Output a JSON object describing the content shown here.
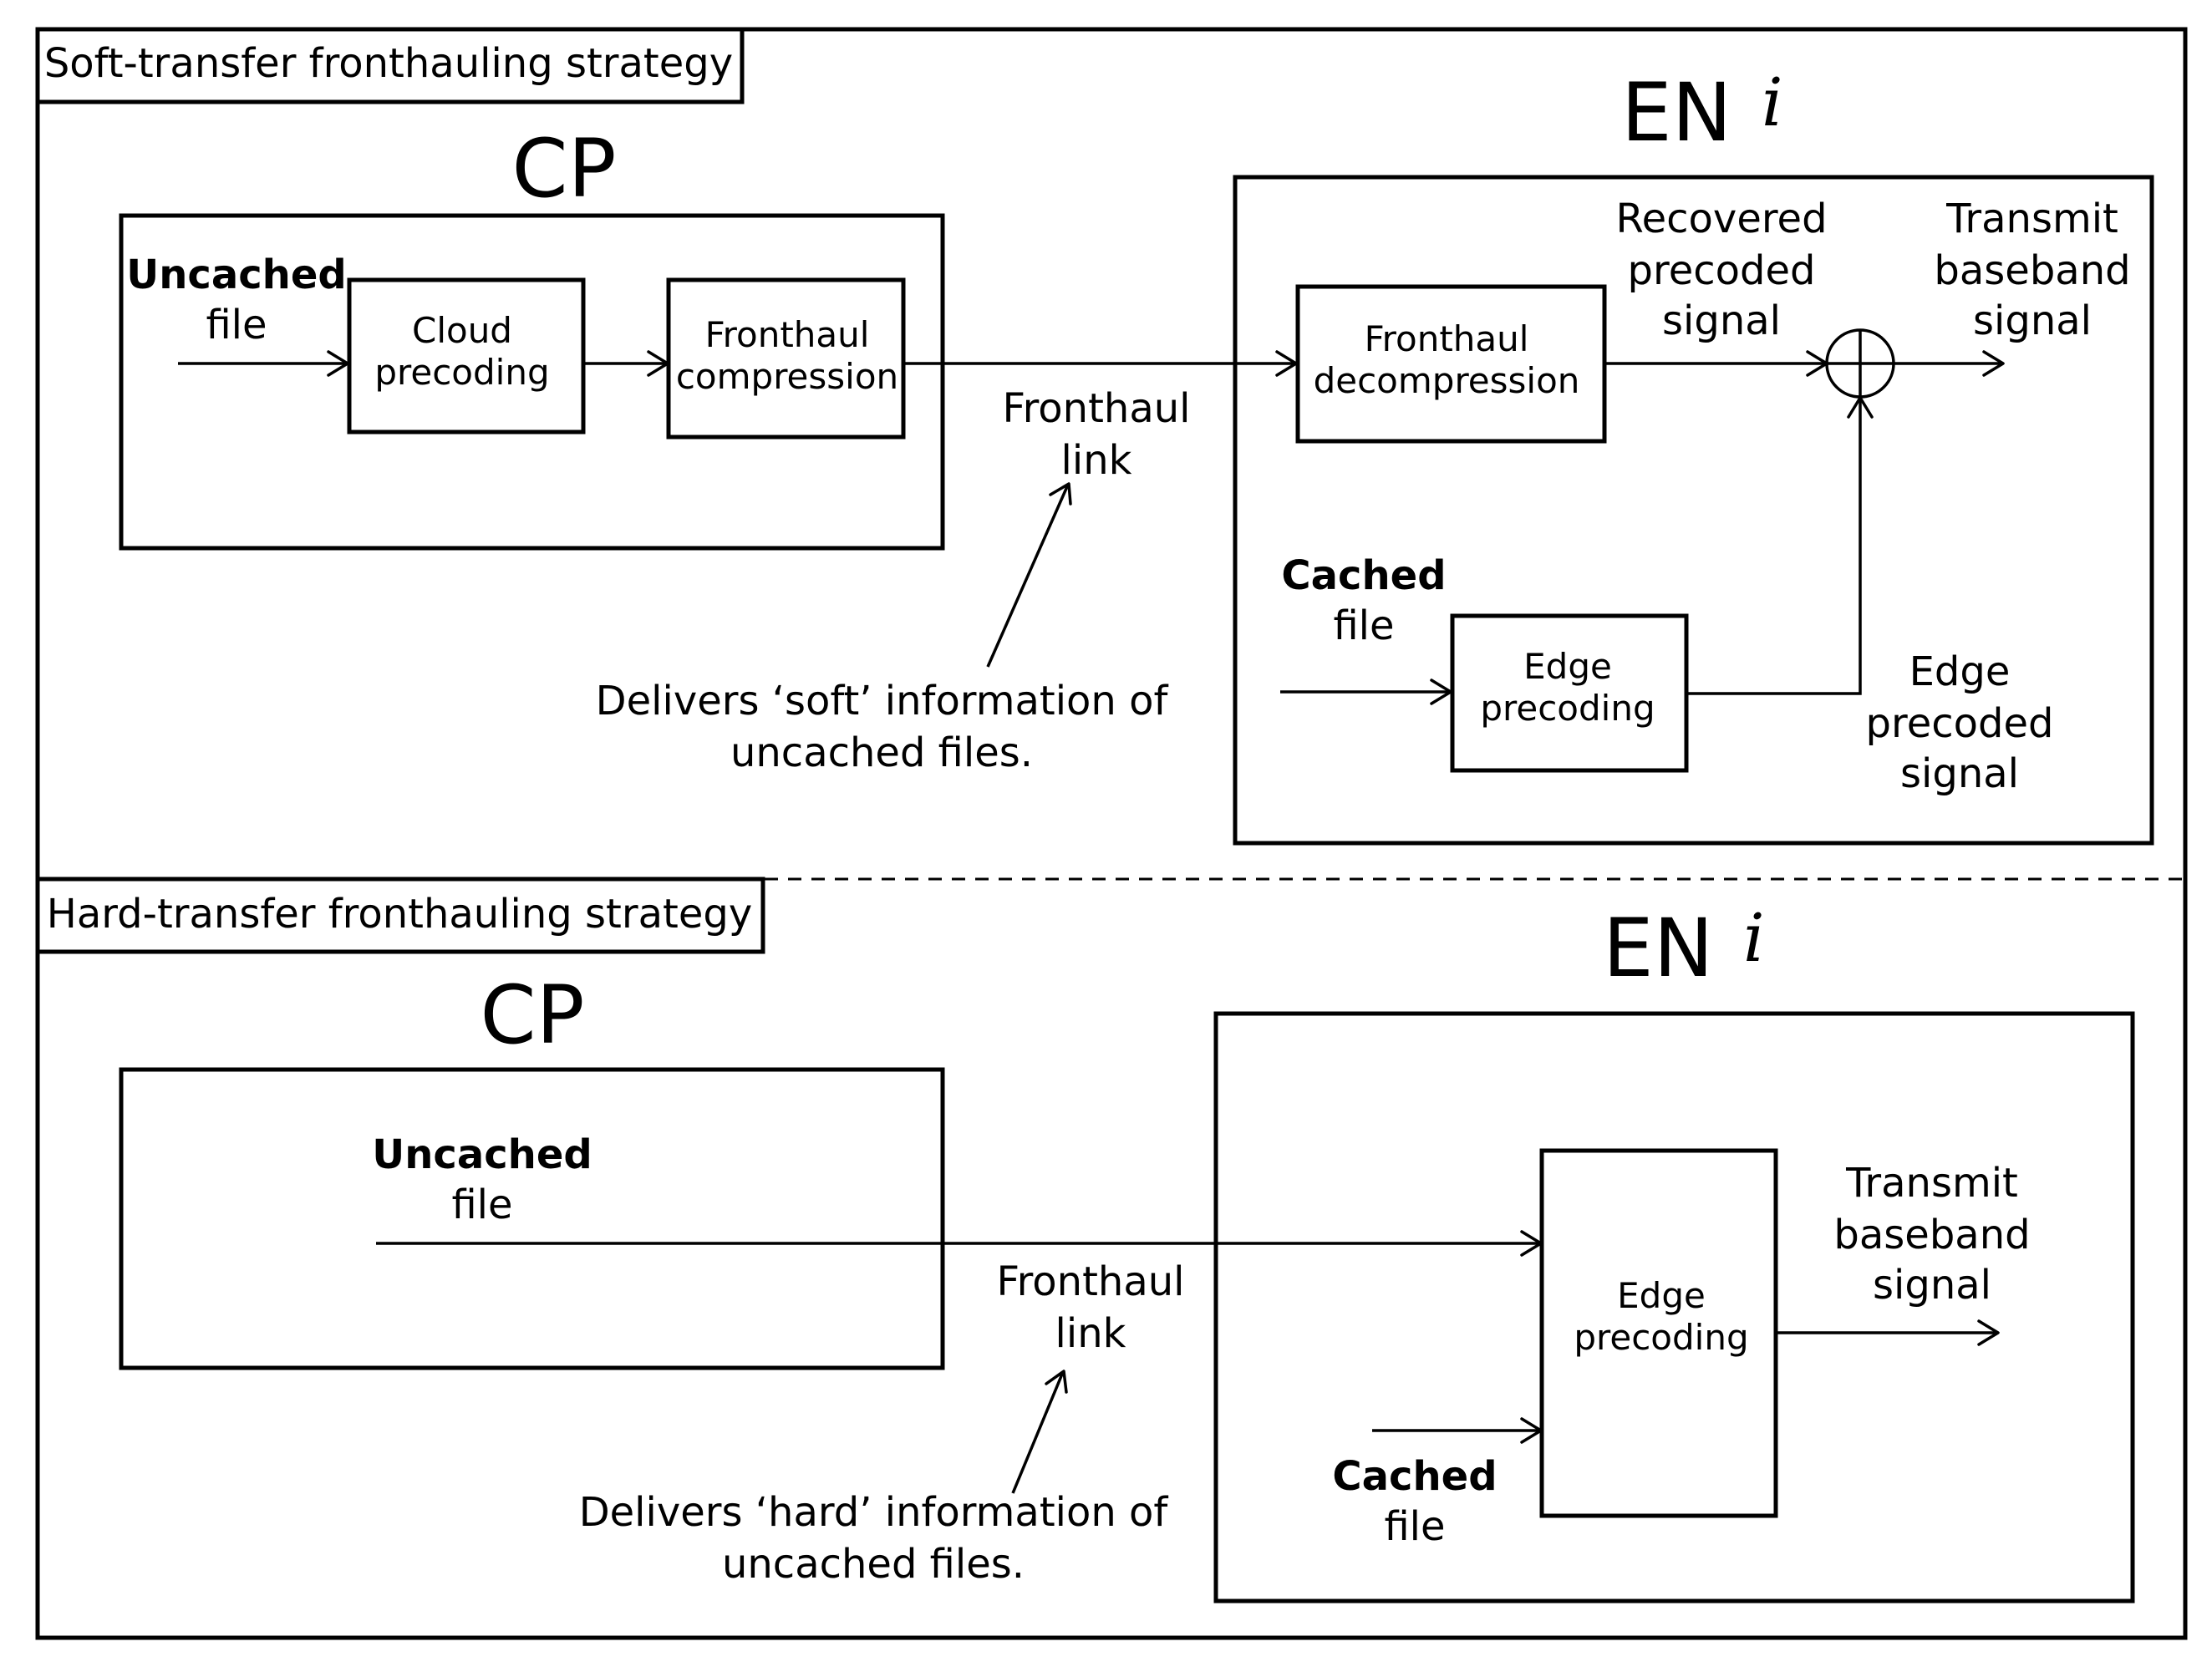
{
  "soft": {
    "title": "Soft-transfer fronthauling strategy",
    "cp_label": "CP",
    "en_label": "EN",
    "en_index": "i",
    "uncached_bold": "Uncached",
    "uncached_file": "file",
    "cloud_precoding": [
      "Cloud",
      "precoding"
    ],
    "fronthaul_compression": [
      "Fronthaul",
      "compression"
    ],
    "fronthaul_link": [
      "Fronthaul",
      "link"
    ],
    "delivers_note": [
      "Delivers ‘soft’ information of",
      "uncached files."
    ],
    "fronthaul_decompression": [
      "Fronthaul",
      "decompression"
    ],
    "recovered_signal": [
      "Recovered",
      "precoded",
      "signal"
    ],
    "transmit_signal": [
      "Transmit",
      "baseband",
      "signal"
    ],
    "cached_bold": "Cached",
    "cached_file": "file",
    "edge_precoding": [
      "Edge",
      "precoding"
    ],
    "edge_signal": [
      "Edge",
      "precoded",
      "signal"
    ]
  },
  "hard": {
    "title": "Hard-transfer fronthauling strategy",
    "cp_label": "CP",
    "en_label": "EN",
    "en_index": "i",
    "uncached_bold": "Uncached",
    "uncached_file": "file",
    "fronthaul_link": [
      "Fronthaul",
      "link"
    ],
    "delivers_note": [
      "Delivers ‘hard’ information of",
      "uncached files."
    ],
    "edge_precoding": [
      "Edge",
      "precoding"
    ],
    "transmit_signal": [
      "Transmit",
      "baseband",
      "signal"
    ],
    "cached_bold": "Cached",
    "cached_file": "file"
  }
}
